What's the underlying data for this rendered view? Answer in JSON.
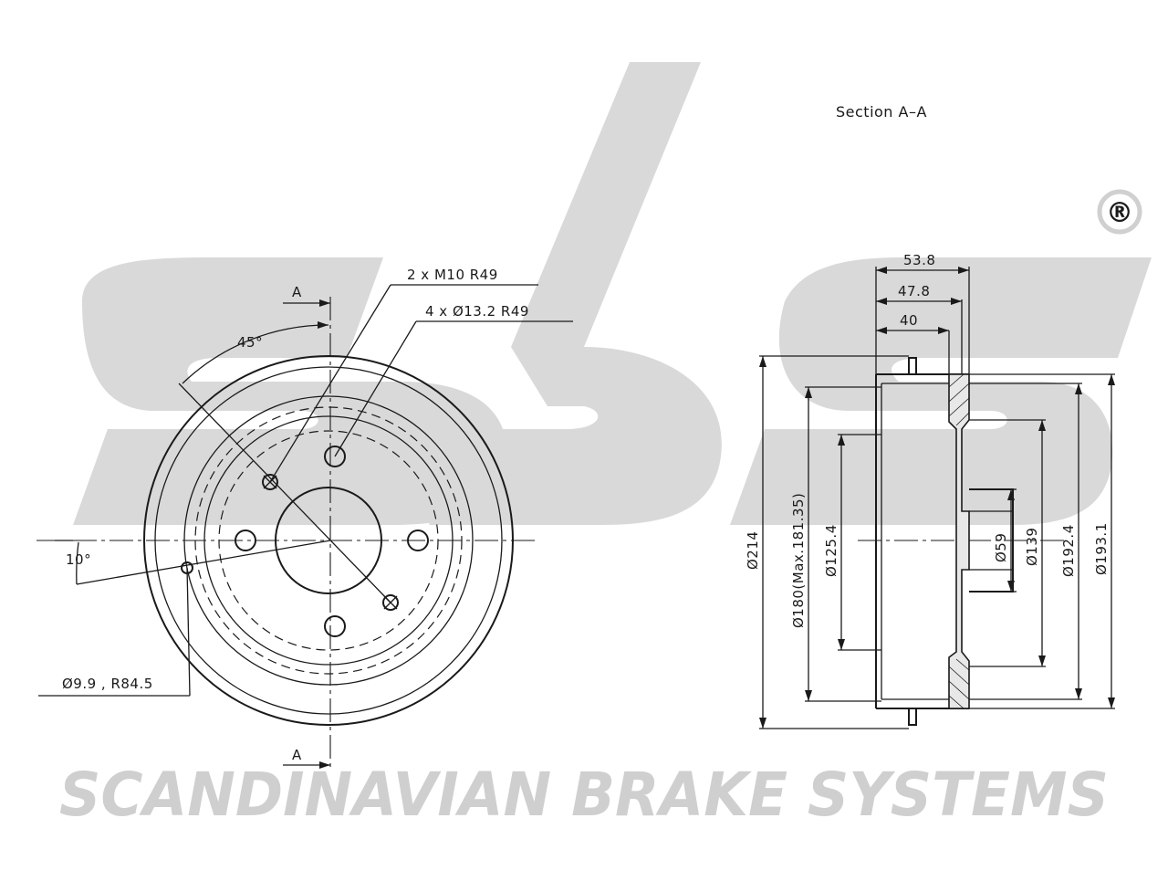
{
  "logo": {
    "text": "sbs",
    "registered_mark": "®"
  },
  "brand_banner": "SCANDINAVIAN BRAKE SYSTEMS",
  "front_view": {
    "section_marker_top": "A",
    "section_marker_bottom": "A",
    "angle_45": "45°",
    "angle_10": "10°",
    "callout_threads": "2 x M10 R49",
    "callout_holes": "4 x Ø13.2 R49",
    "callout_small_hole": "Ø9.9 , R84.5"
  },
  "section_view": {
    "title": "Section A–A",
    "widths": [
      "53.8",
      "47.8",
      "40"
    ],
    "diameters": [
      "Ø214",
      "Ø180(Max.181.35)",
      "Ø125.4",
      "Ø59",
      "Ø139",
      "Ø192.4",
      "Ø193.1"
    ]
  }
}
